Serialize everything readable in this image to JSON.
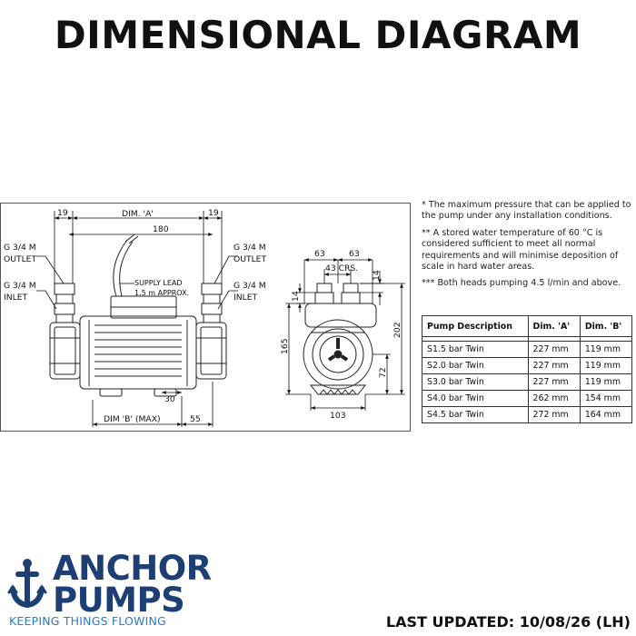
{
  "title": "DIMENSIONAL DIAGRAM",
  "side_view": {
    "dim_a": "DIM. 'A'",
    "dim_19_left": "19",
    "dim_19_right": "19",
    "dim_180": "180",
    "outlet_left_1": "G 3/4 M",
    "outlet_left_2": "OUTLET",
    "inlet_left_1": "G 3/4 M",
    "inlet_left_2": "INLET",
    "outlet_right_1": "G 3/4 M",
    "outlet_right_2": "OUTLET",
    "inlet_right_1": "G 3/4 M",
    "inlet_right_2": "INLET",
    "supply_1": "SUPPLY LEAD",
    "supply_2": "1.5 m APPROX.",
    "dim_30": "30",
    "dim_b": "DIM 'B' (MAX)",
    "dim_55": "55"
  },
  "end_view": {
    "dim_63_left": "63",
    "dim_63_right": "63",
    "dim_43": "43 CRS.",
    "dim_14_top": "14",
    "dim_14_left": "14",
    "dim_165": "165",
    "dim_202": "202",
    "dim_72": "72",
    "dim_103": "103"
  },
  "notes": [
    "* The maximum pressure that can be applied to the pump under any installation conditions.",
    "** A stored water temperature of 60 °C is considered sufficient to meet all normal requirements and will minimise deposition of scale in hard water areas.",
    "*** Both heads pumping 4.5 l/min and above."
  ],
  "table": {
    "headers": [
      "Pump Description",
      "Dim. 'A'",
      "Dim. 'B'"
    ],
    "rows": [
      [
        "S1.5 bar Twin",
        "227 mm",
        "119 mm"
      ],
      [
        "S2.0 bar Twin",
        "227 mm",
        "119 mm"
      ],
      [
        "S3.0 bar Twin",
        "227 mm",
        "119 mm"
      ],
      [
        "S4.0 bar Twin",
        "262 mm",
        "154 mm"
      ],
      [
        "S4.5 bar Twin",
        "272 mm",
        "164 mm"
      ]
    ]
  },
  "brand": {
    "line1": "ANCHOR",
    "line2": "PUMPS",
    "tagline": "KEEPING THINGS FLOWING",
    "logo_icon": "anchor-icon",
    "color_primary": "#1d3f75",
    "color_accent": "#2a7bc4"
  },
  "last_updated": "LAST UPDATED: 10/08/26 (LH)"
}
